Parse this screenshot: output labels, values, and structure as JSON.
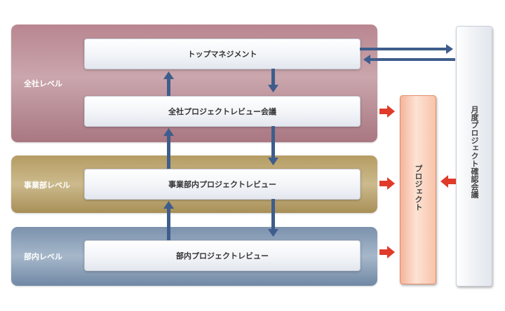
{
  "levels": {
    "company": {
      "label": "全社レベル",
      "color": "#b7848d"
    },
    "division": {
      "label": "事業部レベル",
      "color": "#b19a62"
    },
    "department": {
      "label": "部内レベル",
      "color": "#7f95af"
    }
  },
  "boxes": {
    "top_management": "トップマネジメント",
    "company_review": "全社プロジェクトレビュー会議",
    "division_review": "事業部内プロジェクトレビュー",
    "department_review": "部内プロジェクトレビュー"
  },
  "project": "プロジェクト",
  "monthly_review": "月度プロジェクト確認会議",
  "colors": {
    "arrow_blue": "#3e5d8c",
    "arrow_red": "#e03a2a"
  }
}
